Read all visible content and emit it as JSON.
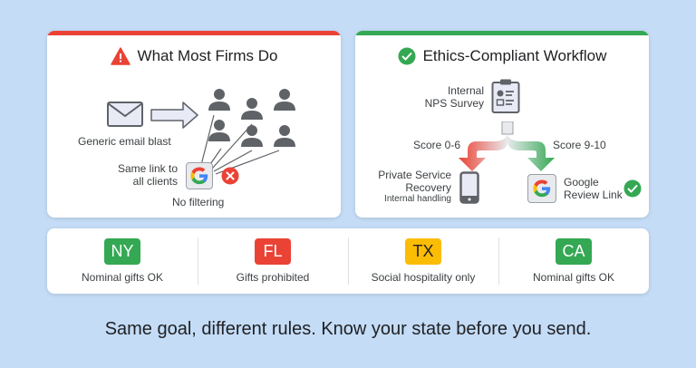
{
  "left_card": {
    "title": "What Most Firms Do",
    "title_icon": "warning-triangle-icon",
    "accent_color": "#ea4335",
    "email_label": "Generic email blast",
    "link_label_line1": "Same link to",
    "link_label_line2": "all clients",
    "filter_label": "No filtering",
    "status_icon": "error-x-icon"
  },
  "right_card": {
    "title": "Ethics-Compliant Workflow",
    "title_icon": "check-circle-icon",
    "accent_color": "#34a853",
    "survey_label_line1": "Internal",
    "survey_label_line2": "NPS Survey",
    "low_score_label": "Score 0-6",
    "high_score_label": "Score 9-10",
    "private_line1": "Private Service",
    "private_line2": "Recovery",
    "private_sub": "Internal handling",
    "google_line1": "Google",
    "google_line2": "Review Link"
  },
  "states": [
    {
      "code": "NY",
      "desc": "Nominal gifts OK",
      "color": "#34a853",
      "text_color": "#ffffff"
    },
    {
      "code": "FL",
      "desc": "Gifts prohibited",
      "color": "#ea4335",
      "text_color": "#ffffff"
    },
    {
      "code": "TX",
      "desc": "Social hospitality only",
      "color": "#fbbc04",
      "text_color": "#202124"
    },
    {
      "code": "CA",
      "desc": "Nominal gifts OK",
      "color": "#34a853",
      "text_color": "#ffffff"
    }
  ],
  "tagline": "Same goal, different rules. Know your state before you send."
}
